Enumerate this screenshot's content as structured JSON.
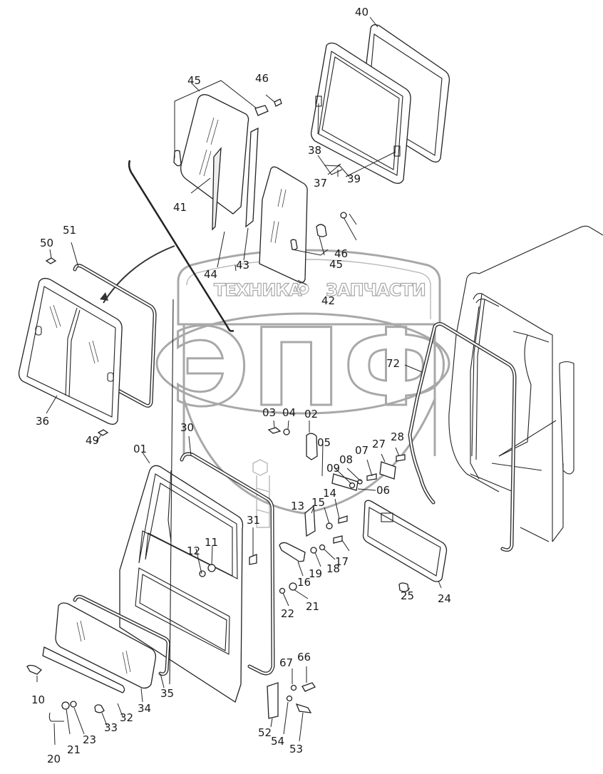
{
  "diagram": {
    "type": "exploded parts diagram",
    "subject": "cab door, windows and seals",
    "watermark": {
      "line1": "ТЕХНИКА",
      "line2": "ЗАПЧАСТИ",
      "logo_letters": "ЭПФ",
      "color": "#a8a8a8"
    },
    "line_color": "#222222",
    "background": "#ffffff"
  },
  "labels": {
    "p01": "01",
    "p02": "02",
    "p03": "03",
    "p04": "04",
    "p05": "05",
    "p06": "06",
    "p07": "07",
    "p08": "08",
    "p09": "09",
    "p10": "10",
    "p11": "11",
    "p12": "12",
    "p13": "13",
    "p14": "14",
    "p15": "15",
    "p16": "16",
    "p17": "17",
    "p18": "18",
    "p19": "19",
    "p20": "20",
    "p21a": "21",
    "p21b": "21",
    "p22": "22",
    "p23": "23",
    "p24": "24",
    "p25": "25",
    "p27": "27",
    "p28": "28",
    "p30": "30",
    "p31": "31",
    "p32": "32",
    "p33": "33",
    "p34": "34",
    "p35": "35",
    "p36": "36",
    "p37": "37",
    "p38": "38",
    "p39": "39",
    "p40": "40",
    "p41": "41",
    "p42": "42",
    "p43": "43",
    "p44": "44",
    "p45a": "45",
    "p45b": "45",
    "p46a": "46",
    "p46b": "46",
    "p49": "49",
    "p50": "50",
    "p51": "51",
    "p52": "52",
    "p53": "53",
    "p54": "54",
    "p66": "66",
    "p67": "67",
    "p72": "72"
  }
}
